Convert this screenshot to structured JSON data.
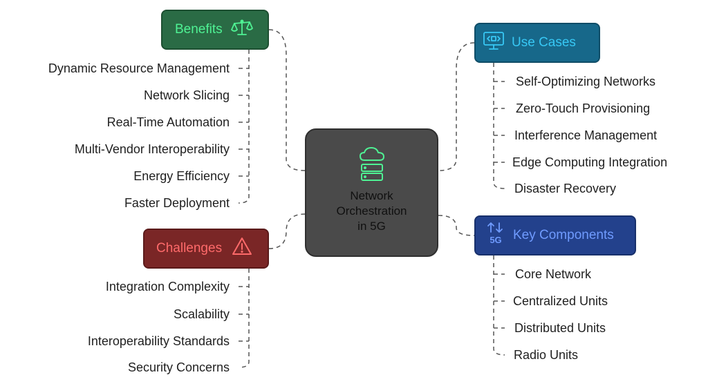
{
  "center": {
    "title_lines": [
      "Network",
      "Orchestration",
      "in 5G"
    ],
    "icon": "cloud-server-icon"
  },
  "benefits": {
    "label": "Benefits",
    "icon": "scale-icon",
    "color": "#4ff294",
    "items": [
      "Dynamic Resource Management",
      "Network Slicing",
      "Real-Time Automation",
      "Multi-Vendor Interoperability",
      "Energy Efficiency",
      "Faster Deployment"
    ]
  },
  "challenges": {
    "label": "Challenges",
    "icon": "warning-icon",
    "color": "#ff6a6a",
    "items": [
      "Integration Complexity",
      "Scalability",
      "Interoperability Standards",
      "Security Concerns"
    ]
  },
  "use_cases": {
    "label": "Use Cases",
    "icon": "code-monitor-icon",
    "color": "#37c8f5",
    "items": [
      "Self-Optimizing Networks",
      "Zero-Touch Provisioning",
      "Interference Management",
      "Edge Computing Integration",
      "Disaster Recovery"
    ]
  },
  "key_components": {
    "label": "Key Components",
    "icon": "5g-signal-icon",
    "icon_text": "5G",
    "color": "#6f9bff",
    "items": [
      "Core Network",
      "Centralized Units",
      "Distributed Units",
      "Radio Units"
    ]
  }
}
